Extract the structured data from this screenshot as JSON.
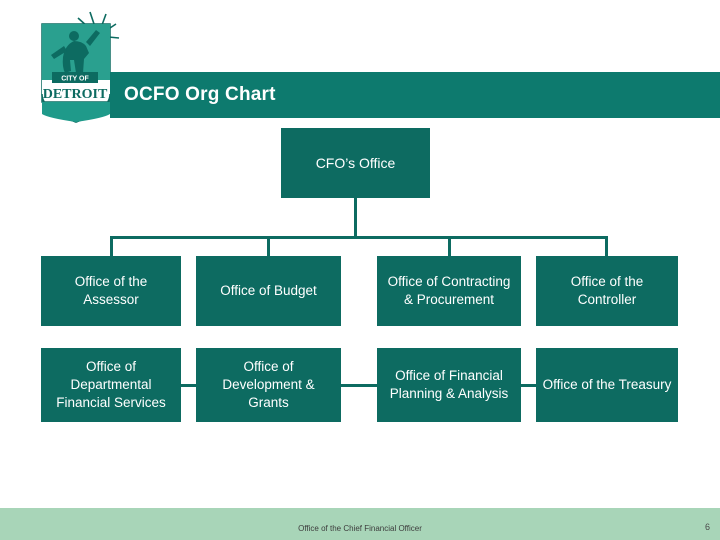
{
  "header": {
    "title": "OCFO Org Chart",
    "bar_color": "#0d7a6e"
  },
  "logo": {
    "city_label": "CITY OF",
    "city_name": "DETROIT",
    "alt": "city-of-detroit-seal"
  },
  "chart_data": {
    "type": "diagram",
    "title": "OCFO Org Chart",
    "root": {
      "label": "CFO’s Office"
    },
    "node_color": "#0d6b61",
    "rows": [
      {
        "nodes": [
          {
            "label": "Office of the Assessor"
          },
          {
            "label": "Office of Budget"
          },
          {
            "label": "Office of Contracting & Procurement"
          },
          {
            "label": "Office of the Controller"
          }
        ]
      },
      {
        "nodes": [
          {
            "label": "Office of Departmental Financial Services"
          },
          {
            "label": "Office of Development & Grants"
          },
          {
            "label": "Office of Financial Planning & Analysis"
          },
          {
            "label": "Office of the Treasury"
          }
        ]
      }
    ]
  },
  "footer": {
    "text": "Office of the Chief Financial Officer",
    "slide_number": "6",
    "band_color": "#a8d5b8"
  }
}
